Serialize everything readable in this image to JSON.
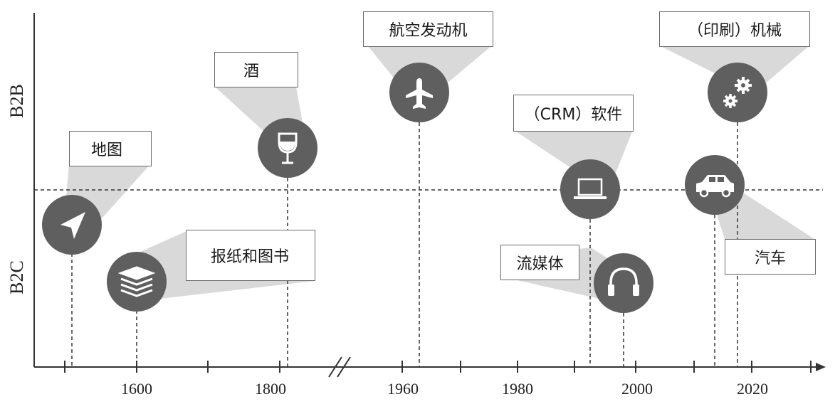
{
  "axis": {
    "y_top_label": "B2B",
    "y_bottom_label": "B2C",
    "x_ticks": [
      "1600",
      "1800",
      "1960",
      "1980",
      "2000",
      "2020"
    ]
  },
  "items": [
    {
      "id": "maps",
      "label": "地图",
      "icon": "navigation-arrow-icon",
      "segment": "B2C"
    },
    {
      "id": "books",
      "label": "报纸和图书",
      "icon": "books-stack-icon",
      "segment": "B2C"
    },
    {
      "id": "wine",
      "label": "酒",
      "icon": "wine-glass-icon",
      "segment": "B2B"
    },
    {
      "id": "aero",
      "label": "航空发动机",
      "icon": "airplane-icon",
      "segment": "B2B"
    },
    {
      "id": "crm",
      "label": "（CRM）软件",
      "icon": "laptop-icon",
      "segment": "B2B"
    },
    {
      "id": "streaming",
      "label": "流媒体",
      "icon": "headphones-icon",
      "segment": "B2C"
    },
    {
      "id": "machinery",
      "label": "（印刷）机械",
      "icon": "gears-icon",
      "segment": "B2B"
    },
    {
      "id": "car",
      "label": "汽车",
      "icon": "car-icon",
      "segment": "B2C"
    }
  ],
  "colors": {
    "icon_circle": "#5f5f5f",
    "callout_fill": "#d9d9d9",
    "box_border": "#6a6a6a",
    "axis": "#333333"
  }
}
